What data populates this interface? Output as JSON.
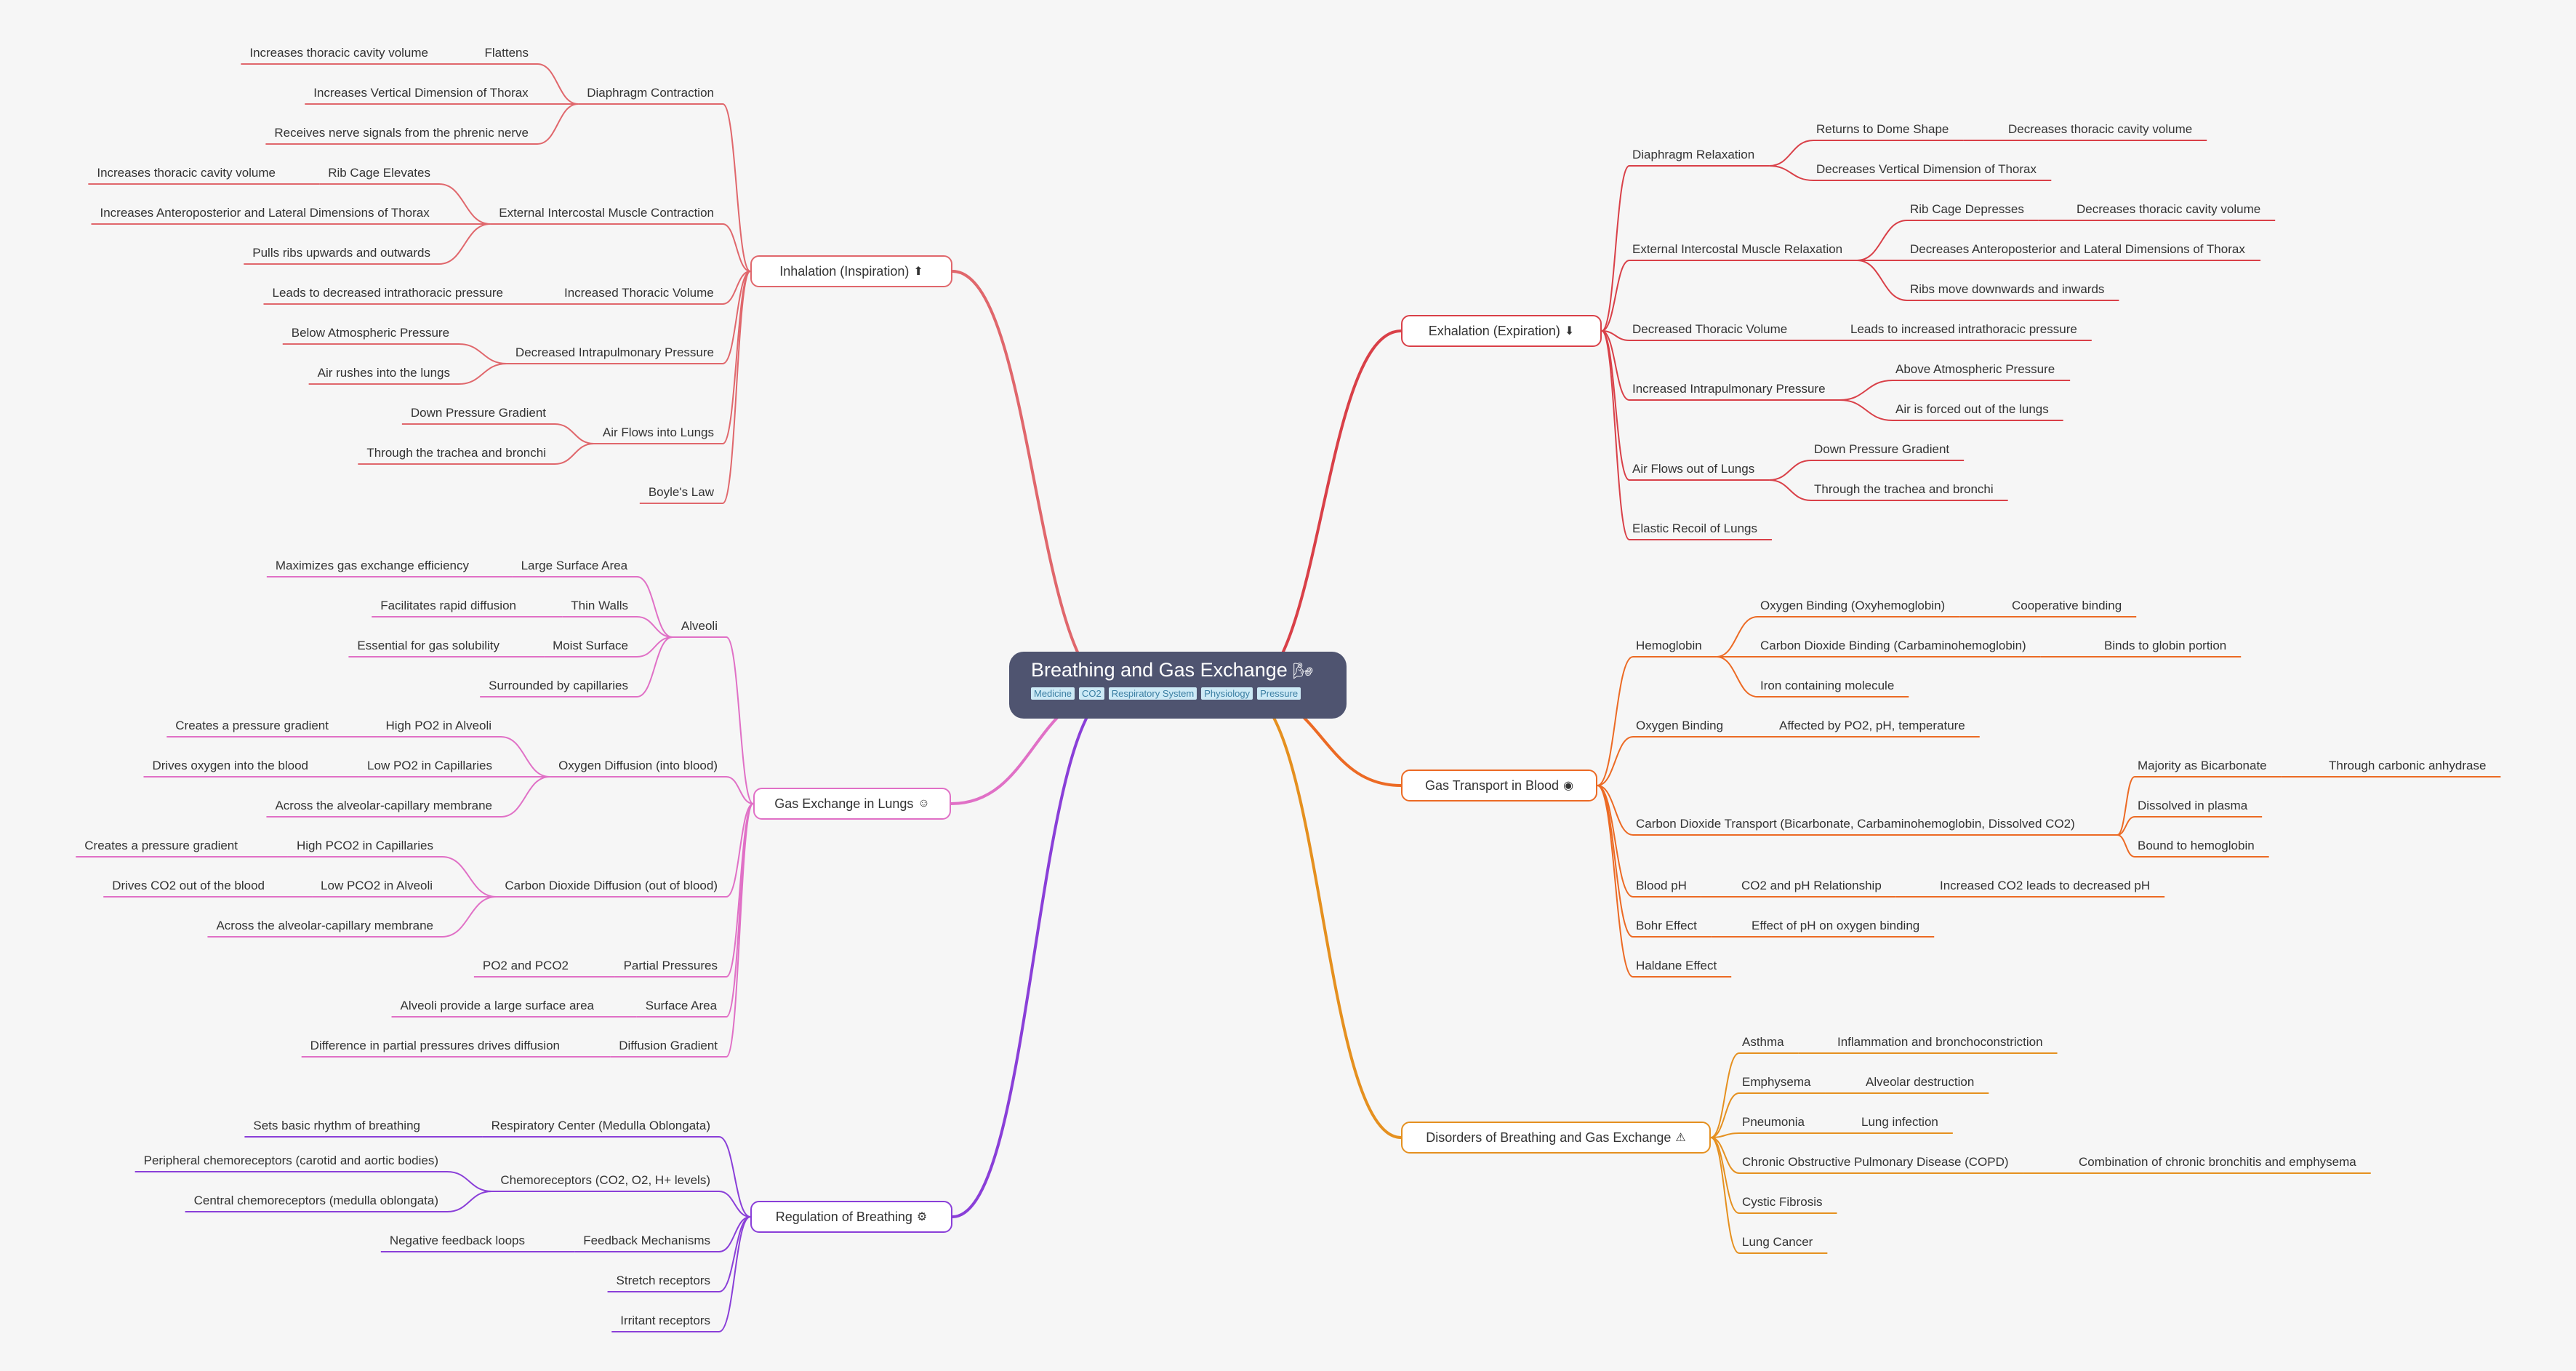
{
  "root": {
    "title": "Breathing and Gas Exchange",
    "icon": "wind-face-icon",
    "tags": [
      "Medicine",
      "CO2",
      "Respiratory System",
      "Physiology",
      "Pressure"
    ]
  },
  "colors": {
    "inhalation": "#e0676c",
    "gas_exchange": "#e070c6",
    "regulation": "#8a3fd8",
    "exhalation": "#d94048",
    "gas_transport": "#ec6a24",
    "disorders": "#e5901f",
    "root_bg": "#4f5470",
    "tag_bg": "#cdeaf6"
  },
  "branches": {
    "inhalation": {
      "label": "Inhalation (Inspiration)",
      "icon": "up-arrow-icon",
      "children": [
        {
          "label": "Diaphragm Contraction",
          "children": [
            {
              "label": "Flattens",
              "children": [
                {
                  "label": "Increases thoracic cavity volume"
                }
              ]
            },
            {
              "label": "Increases Vertical Dimension of Thorax"
            },
            {
              "label": "Receives nerve signals from the phrenic nerve"
            }
          ]
        },
        {
          "label": "External Intercostal Muscle Contraction",
          "children": [
            {
              "label": "Rib Cage Elevates",
              "children": [
                {
                  "label": "Increases thoracic cavity volume"
                }
              ]
            },
            {
              "label": "Increases Anteroposterior and Lateral Dimensions of Thorax"
            },
            {
              "label": "Pulls ribs upwards and outwards"
            }
          ]
        },
        {
          "label": "Increased Thoracic Volume",
          "children": [
            {
              "label": "Leads to decreased intrathoracic pressure"
            }
          ]
        },
        {
          "label": "Decreased Intrapulmonary Pressure",
          "children": [
            {
              "label": "Below Atmospheric Pressure"
            },
            {
              "label": "Air rushes into the lungs"
            }
          ]
        },
        {
          "label": "Air Flows into Lungs",
          "children": [
            {
              "label": "Down Pressure Gradient"
            },
            {
              "label": "Through the trachea and bronchi"
            }
          ]
        },
        {
          "label": "Boyle's Law"
        }
      ]
    },
    "gas_exchange": {
      "label": "Gas Exchange in Lungs",
      "icon": "smiling-face-icon",
      "children": [
        {
          "label": "Alveoli",
          "children": [
            {
              "label": "Large Surface Area",
              "children": [
                {
                  "label": "Maximizes gas exchange efficiency"
                }
              ]
            },
            {
              "label": "Thin Walls",
              "children": [
                {
                  "label": "Facilitates rapid diffusion"
                }
              ]
            },
            {
              "label": "Moist Surface",
              "children": [
                {
                  "label": "Essential for gas solubility"
                }
              ]
            },
            {
              "label": "Surrounded by capillaries"
            }
          ]
        },
        {
          "label": "Oxygen Diffusion (into blood)",
          "children": [
            {
              "label": "High PO2 in Alveoli",
              "children": [
                {
                  "label": "Creates a pressure gradient"
                }
              ]
            },
            {
              "label": "Low PO2 in Capillaries",
              "children": [
                {
                  "label": "Drives oxygen into the blood"
                }
              ]
            },
            {
              "label": "Across the alveolar-capillary membrane"
            }
          ]
        },
        {
          "label": "Carbon Dioxide Diffusion (out of blood)",
          "children": [
            {
              "label": "High PCO2 in Capillaries",
              "children": [
                {
                  "label": "Creates a pressure gradient"
                }
              ]
            },
            {
              "label": "Low PCO2 in Alveoli",
              "children": [
                {
                  "label": "Drives CO2 out of the blood"
                }
              ]
            },
            {
              "label": "Across the alveolar-capillary membrane"
            }
          ]
        },
        {
          "label": "Partial Pressures",
          "children": [
            {
              "label": "PO2 and PCO2"
            }
          ]
        },
        {
          "label": "Surface Area",
          "children": [
            {
              "label": "Alveoli provide a large surface area"
            }
          ]
        },
        {
          "label": "Diffusion Gradient",
          "children": [
            {
              "label": "Difference in partial pressures drives diffusion"
            }
          ]
        }
      ]
    },
    "regulation": {
      "label": "Regulation of Breathing",
      "icon": "brain-icon",
      "children": [
        {
          "label": "Respiratory Center (Medulla Oblongata)",
          "children": [
            {
              "label": "Sets basic rhythm of breathing"
            }
          ]
        },
        {
          "label": "Chemoreceptors (CO2, O2, H+ levels)",
          "children": [
            {
              "label": "Peripheral chemoreceptors (carotid and aortic bodies)"
            },
            {
              "label": "Central chemoreceptors (medulla oblongata)"
            }
          ]
        },
        {
          "label": "Feedback Mechanisms",
          "children": [
            {
              "label": "Negative feedback loops"
            }
          ]
        },
        {
          "label": "Stretch receptors"
        },
        {
          "label": "Irritant receptors"
        }
      ]
    },
    "exhalation": {
      "label": "Exhalation (Expiration)",
      "icon": "down-arrow-icon",
      "children": [
        {
          "label": "Diaphragm Relaxation",
          "children": [
            {
              "label": "Returns to Dome Shape",
              "children": [
                {
                  "label": "Decreases thoracic cavity volume"
                }
              ]
            },
            {
              "label": "Decreases Vertical Dimension of Thorax"
            }
          ]
        },
        {
          "label": "External Intercostal Muscle Relaxation",
          "children": [
            {
              "label": "Rib Cage Depresses",
              "children": [
                {
                  "label": "Decreases thoracic cavity volume"
                }
              ]
            },
            {
              "label": "Decreases Anteroposterior and Lateral Dimensions of Thorax"
            },
            {
              "label": "Ribs move downwards and inwards"
            }
          ]
        },
        {
          "label": "Decreased Thoracic Volume",
          "children": [
            {
              "label": "Leads to increased intrathoracic pressure"
            }
          ]
        },
        {
          "label": "Increased Intrapulmonary Pressure",
          "children": [
            {
              "label": "Above Atmospheric Pressure"
            },
            {
              "label": "Air is forced out of the lungs"
            }
          ]
        },
        {
          "label": "Air Flows out of Lungs",
          "children": [
            {
              "label": "Down Pressure Gradient"
            },
            {
              "label": "Through the trachea and bronchi"
            }
          ]
        },
        {
          "label": "Elastic Recoil of Lungs"
        }
      ]
    },
    "gas_transport": {
      "label": "Gas Transport in Blood",
      "icon": "eye-icon",
      "children": [
        {
          "label": "Hemoglobin",
          "children": [
            {
              "label": "Oxygen Binding (Oxyhemoglobin)",
              "children": [
                {
                  "label": "Cooperative binding"
                }
              ]
            },
            {
              "label": "Carbon Dioxide Binding (Carbaminohemoglobin)",
              "children": [
                {
                  "label": "Binds to globin portion"
                }
              ]
            },
            {
              "label": "Iron containing molecule"
            }
          ]
        },
        {
          "label": "Oxygen Binding",
          "children": [
            {
              "label": "Affected by PO2, pH, temperature"
            }
          ]
        },
        {
          "label": "Carbon Dioxide Transport (Bicarbonate, Carbaminohemoglobin, Dissolved CO2)",
          "children": [
            {
              "label": "Majority as Bicarbonate",
              "children": [
                {
                  "label": "Through carbonic anhydrase"
                }
              ]
            },
            {
              "label": "Dissolved in plasma"
            },
            {
              "label": "Bound to hemoglobin"
            }
          ]
        },
        {
          "label": "Blood pH",
          "children": [
            {
              "label": "CO2 and pH Relationship",
              "children": [
                {
                  "label": "Increased CO2 leads to decreased pH"
                }
              ]
            }
          ]
        },
        {
          "label": "Bohr Effect",
          "children": [
            {
              "label": "Effect of pH on oxygen binding"
            }
          ]
        },
        {
          "label": "Haldane Effect"
        }
      ]
    },
    "disorders": {
      "label": "Disorders of Breathing and Gas Exchange",
      "icon": "warning-icon",
      "children": [
        {
          "label": "Asthma",
          "children": [
            {
              "label": "Inflammation and bronchoconstriction"
            }
          ]
        },
        {
          "label": "Emphysema",
          "children": [
            {
              "label": "Alveolar destruction"
            }
          ]
        },
        {
          "label": "Pneumonia",
          "children": [
            {
              "label": "Lung infection"
            }
          ]
        },
        {
          "label": "Chronic Obstructive Pulmonary Disease (COPD)",
          "children": [
            {
              "label": "Combination of chronic bronchitis and emphysema"
            }
          ]
        },
        {
          "label": "Cystic Fibrosis"
        },
        {
          "label": "Lung Cancer"
        }
      ]
    }
  }
}
